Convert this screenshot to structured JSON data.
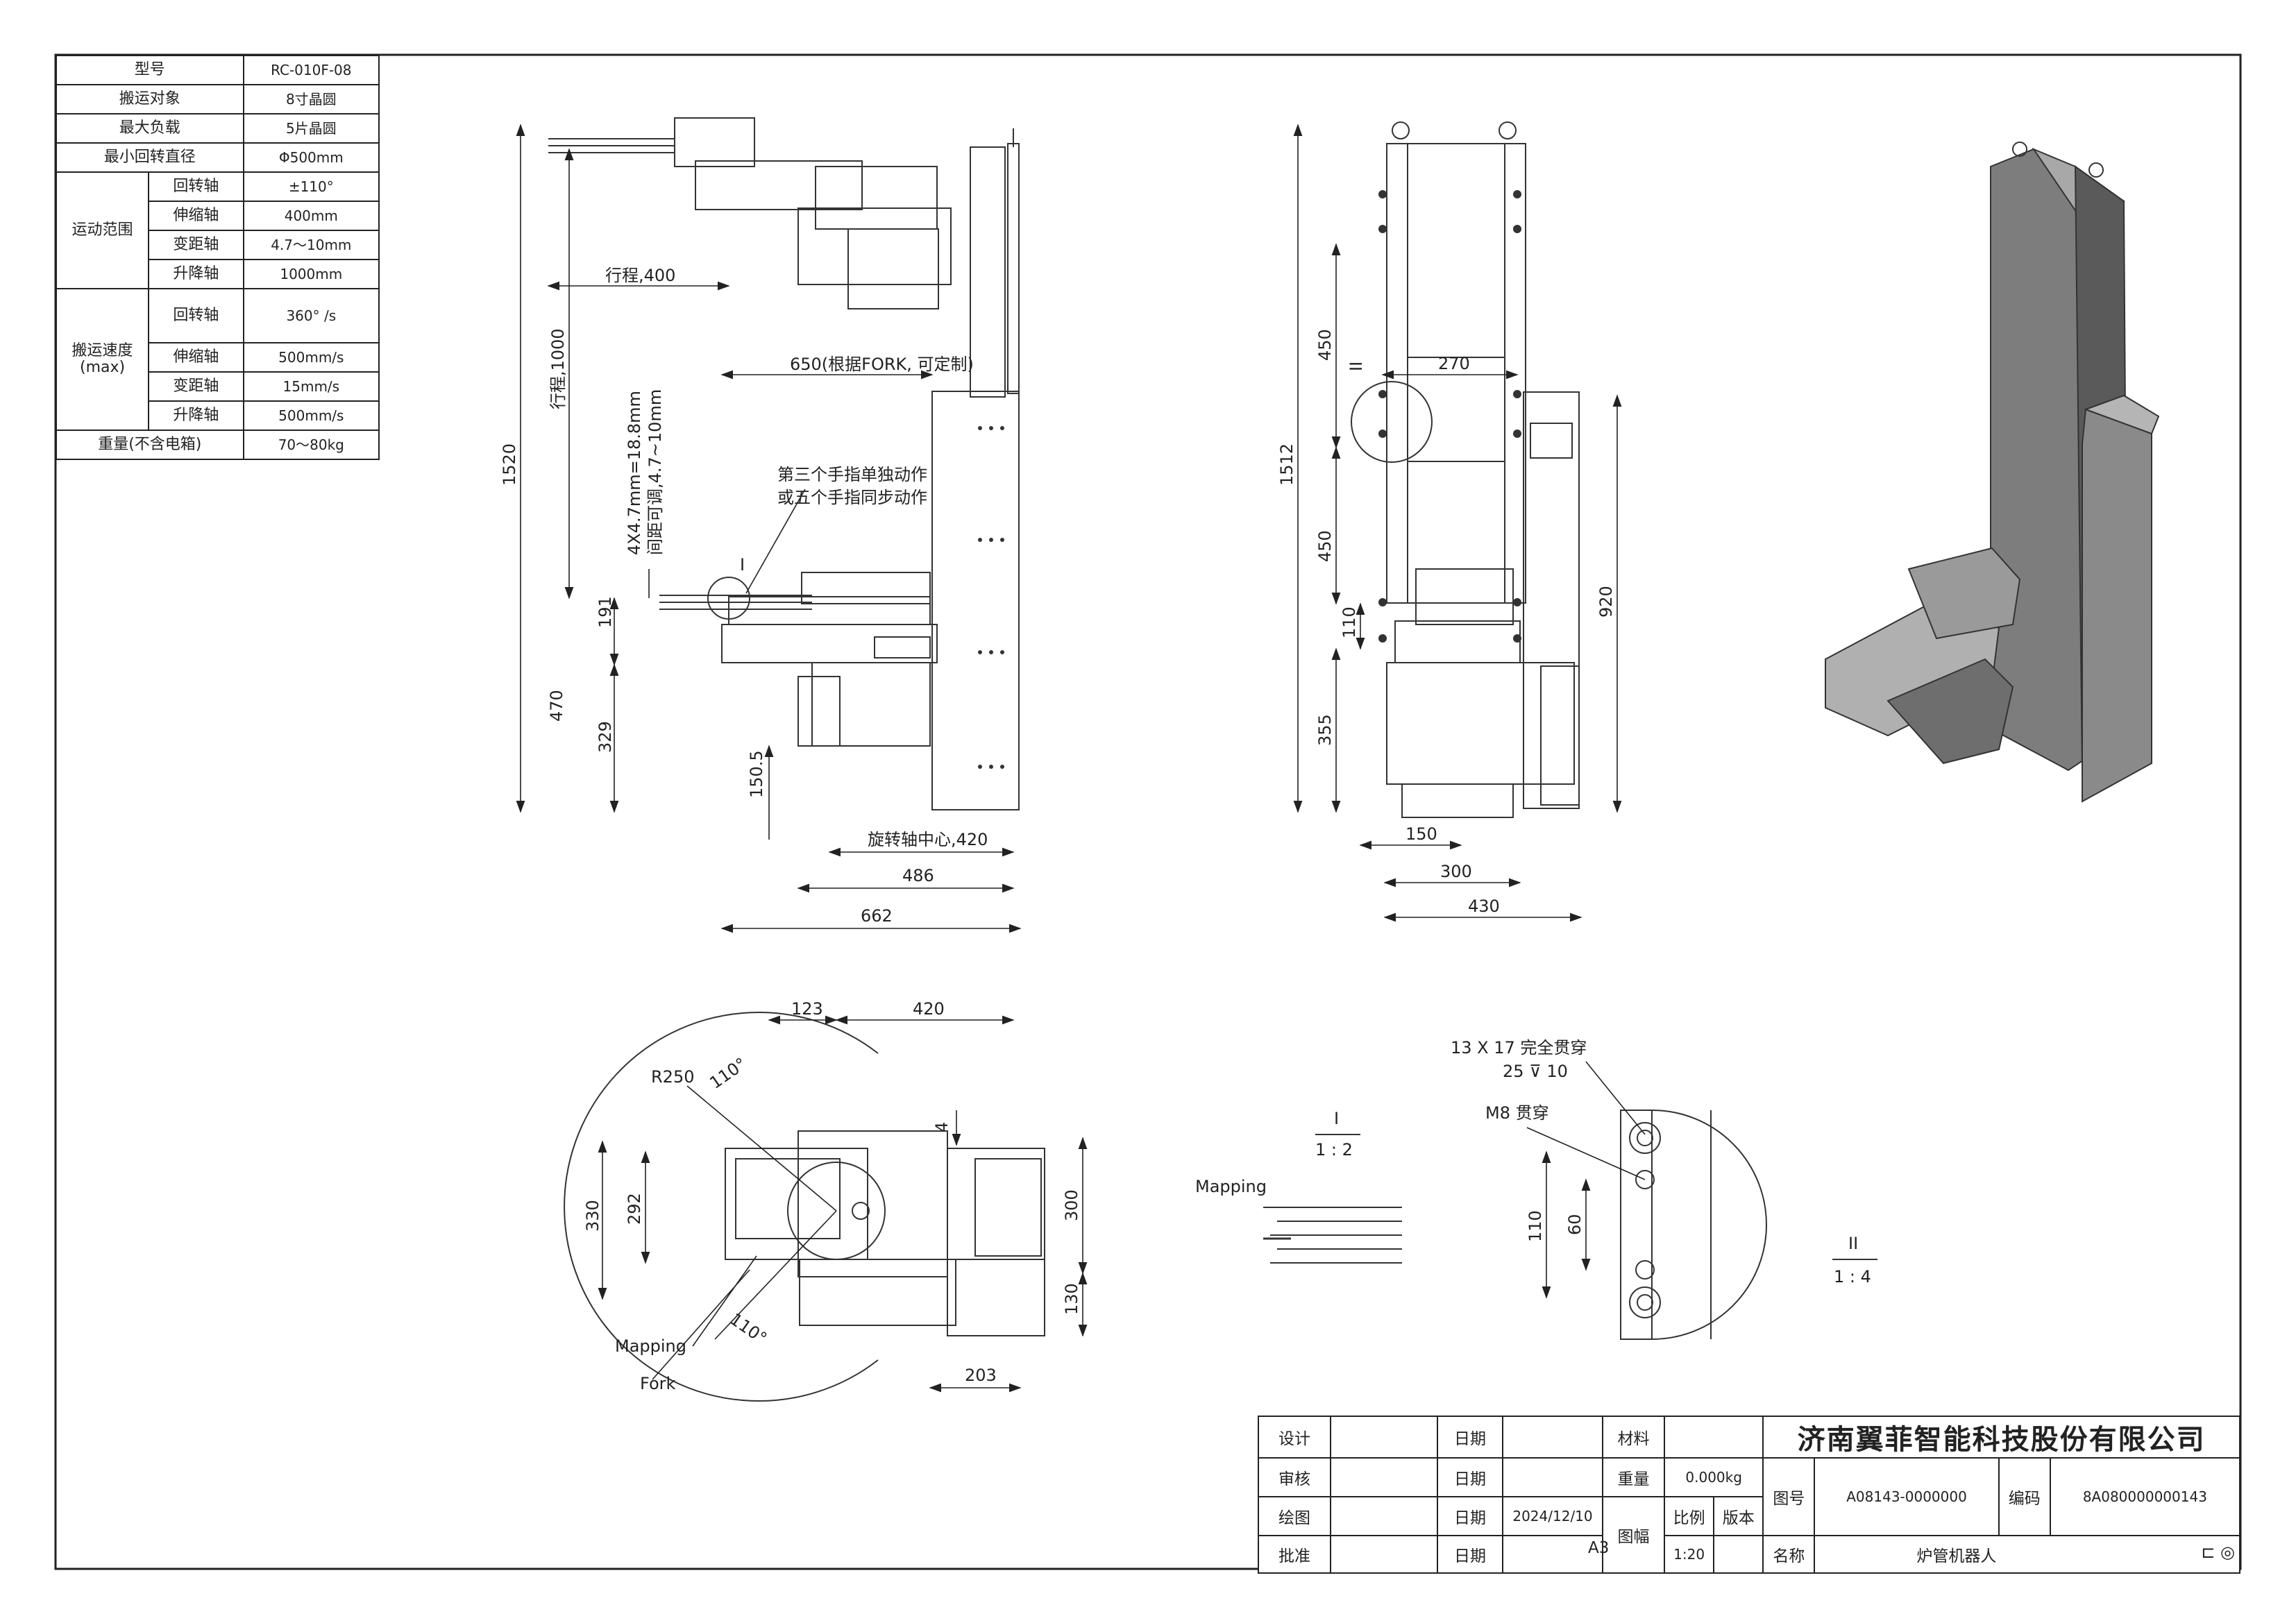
{
  "spec_table": {
    "rows": [
      {
        "label": "型号",
        "value": "RC-010F-08"
      },
      {
        "label": "搬运对象",
        "value": "8寸晶圆"
      },
      {
        "label": "最大负载",
        "value": "5片晶圆"
      },
      {
        "label": "最小回转直径",
        "value": "Φ500mm"
      }
    ],
    "motion_range": {
      "group": "运动范围",
      "rows": [
        {
          "axis": "回转轴",
          "value": "±110°"
        },
        {
          "axis": "伸缩轴",
          "value": "400mm"
        },
        {
          "axis": "变距轴",
          "value": "4.7～10mm"
        },
        {
          "axis": "升降轴",
          "value": "1000mm"
        }
      ]
    },
    "speed": {
      "group": "搬运速度",
      "group_sub": "(max)",
      "rows": [
        {
          "axis": "回转轴",
          "value": "360° /s"
        },
        {
          "axis": "伸缩轴",
          "value": "500mm/s"
        },
        {
          "axis": "变距轴",
          "value": "15mm/s"
        },
        {
          "axis": "升降轴",
          "value": "500mm/s"
        }
      ]
    },
    "weight": {
      "label": "重量(不含电箱)",
      "value": "70～80kg"
    }
  },
  "side_view": {
    "stroke_400": "行程,400",
    "stroke_1000": "行程,1000",
    "fork_650": "650(根据FORK, 可定制)",
    "h_1520": "1520",
    "h_470": "470",
    "h_191": "191",
    "h_329": "329",
    "h_150_5": "150.5",
    "pitch_note": "4X4.7mm=18.8mm",
    "pitch_adj": "间距可调,4.7~10mm",
    "note_line1": "第三个手指单独动作",
    "note_line2": "或五个手指同步动作",
    "detail_marker": "I",
    "rot_center": "旋转轴中心,420",
    "w_486": "486",
    "w_662": "662"
  },
  "front_view": {
    "h_1512": "1512",
    "h_450a": "450",
    "h_450b": "450",
    "h_110": "110",
    "h_355": "355",
    "h_920": "920",
    "w_270": "270",
    "w_150": "150",
    "w_300": "300",
    "w_430": "430",
    "detail_marker": "II"
  },
  "top_view": {
    "d_123": "123",
    "d_420": "420",
    "radius": "R250",
    "angle_top": "110°",
    "angle_bottom": "110°",
    "d_4": "4",
    "d_330": "330",
    "d_292": "292",
    "d_300": "300",
    "d_130": "130",
    "d_203": "203",
    "mapping": "Mapping",
    "fork": "Fork"
  },
  "detail_i": {
    "label": "I",
    "scale": "1 : 2",
    "mapping": "Mapping"
  },
  "detail_ii": {
    "hole_note": "13 X 17 完全贯穿",
    "counterbore": "25 ⊽ 10",
    "thread": "M8 贯穿",
    "d_110": "110",
    "d_60": "60",
    "label": "II",
    "scale": "1 : 4"
  },
  "title_block": {
    "design": "设计",
    "review": "审核",
    "draw": "绘图",
    "approve": "批准",
    "date_label": "日期",
    "date_value": "2024/12/10",
    "material": "材料",
    "weight_label": "重量",
    "weight_value": "0.000kg",
    "format_label": "图幅",
    "format_value": "A3",
    "scale_label": "比例",
    "scale_value": "1:20",
    "version_label": "版本",
    "company": "济南翼菲智能科技股份有限公司",
    "drawing_no_label": "图号",
    "drawing_no": "A08143-0000000",
    "code_label": "编码",
    "code": "8A080000000143",
    "name_label": "名称",
    "name": "炉管机器人"
  }
}
